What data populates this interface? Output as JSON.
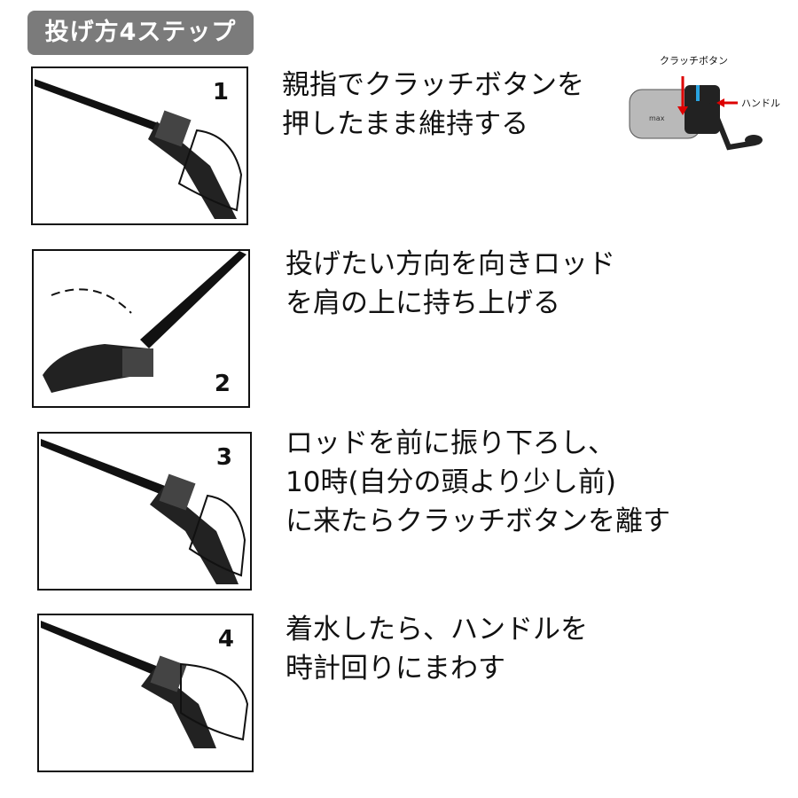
{
  "title": "投げ方4ステップ",
  "steps": [
    {
      "number": "1",
      "text": "親指でクラッチボタンを\n押したまま維持する"
    },
    {
      "number": "2",
      "text": "投げたい方向を向きロッド\nを肩の上に持ち上げる"
    },
    {
      "number": "3",
      "text": "ロッドを前に振り下ろし、\n10時(自分の頭より少し前)\nに来たらクラッチボタンを離す"
    },
    {
      "number": "4",
      "text": "着水したら、ハンドルを\n時計回りにまわす"
    }
  ],
  "reel": {
    "clutch_label": "クラッチボタン",
    "handle_label": "ハンドル",
    "brand": "max"
  }
}
